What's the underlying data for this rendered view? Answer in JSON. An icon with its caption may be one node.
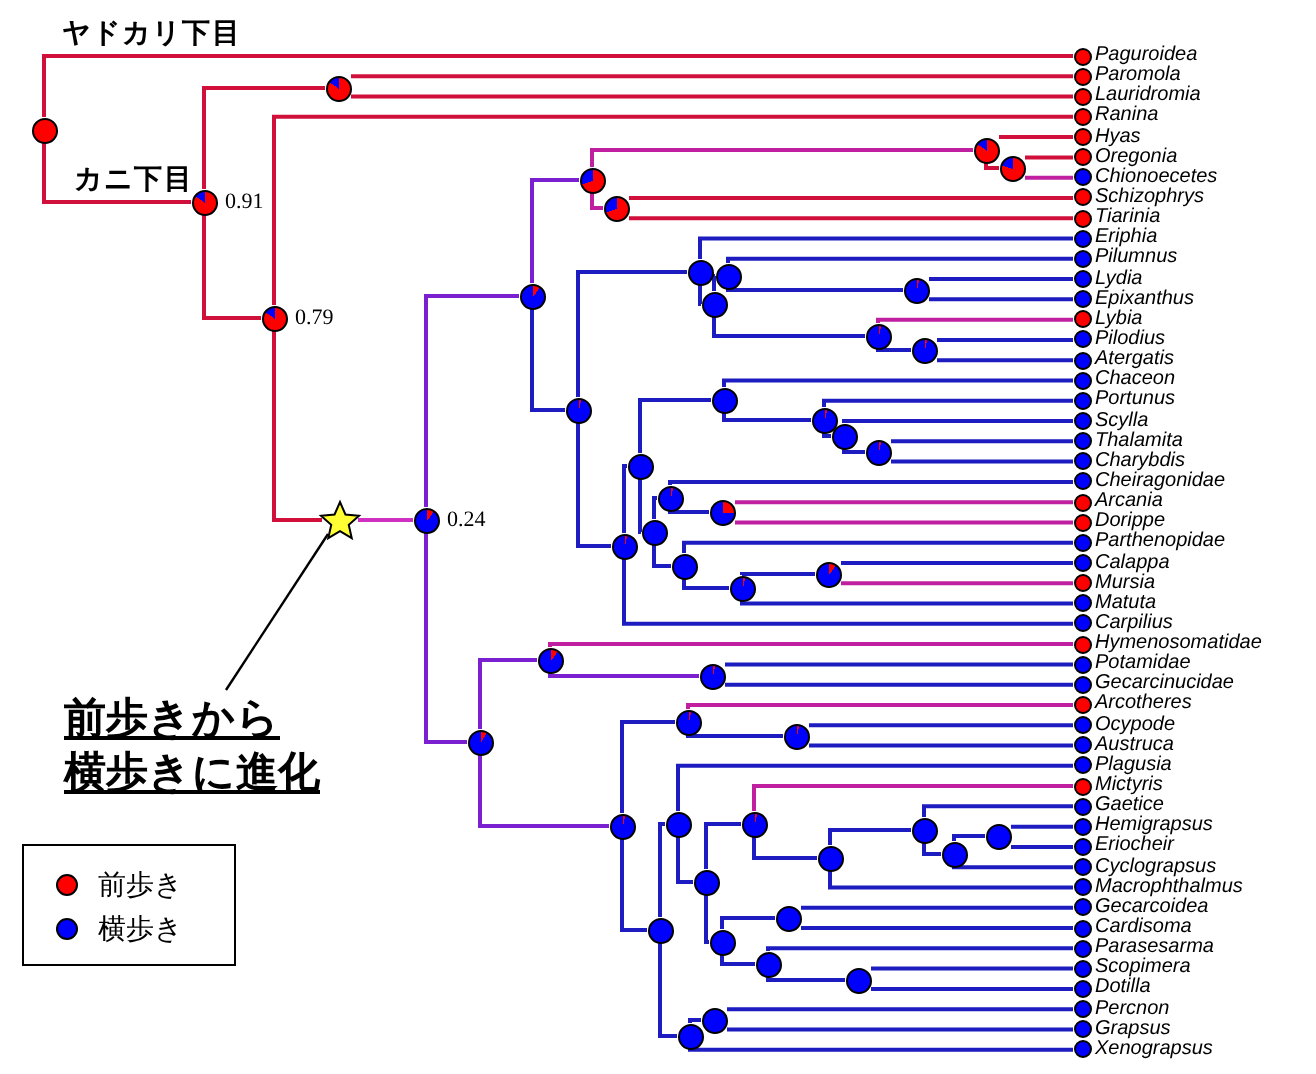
{
  "diagram": {
    "nodes": [
      {
        "text": [],
        "shape": "circle"
      },
      {
        "text": [
          "Paguroidea"
        ]
      },
      {
        "text": [],
        "shape": "circle",
        "beside": [
          "0.91"
        ]
      },
      {
        "text": [],
        "shape": "circle"
      },
      {
        "text": [
          "Paromola"
        ]
      },
      {
        "text": [
          "Lauridromia"
        ]
      },
      {
        "text": [],
        "shape": "circle",
        "beside": [
          "0.79"
        ]
      },
      {
        "text": [
          "Ranina"
        ]
      },
      {
        "text": [],
        "shape": "star"
      },
      {
        "text": [],
        "shape": "circle",
        "beside": [
          "0.24"
        ]
      },
      {
        "text": [],
        "shape": "circle"
      },
      {
        "text": [],
        "shape": "circle"
      },
      {
        "text": [],
        "shape": "circle"
      },
      {
        "text": [
          "Hyas"
        ]
      },
      {
        "text": [],
        "shape": "circle"
      },
      {
        "text": [
          "Oregonia"
        ]
      },
      {
        "text": [
          "Chionoecetes"
        ]
      },
      {
        "text": [],
        "shape": "circle"
      },
      {
        "text": [
          "Schizophrys"
        ]
      },
      {
        "text": [
          "Tiarinia"
        ]
      },
      {
        "text": [],
        "shape": "circle"
      },
      {
        "text": [],
        "shape": "circle"
      },
      {
        "text": [
          "Eriphia"
        ]
      },
      {
        "text": [],
        "shape": "circle"
      },
      {
        "text": [],
        "shape": "circle"
      },
      {
        "text": [
          "Pilumnus"
        ]
      },
      {
        "text": [],
        "shape": "circle"
      },
      {
        "text": [
          "Lydia"
        ]
      },
      {
        "text": [
          "Epixanthus"
        ]
      },
      {
        "text": [],
        "shape": "circle"
      },
      {
        "text": [
          "Lybia"
        ]
      },
      {
        "text": [],
        "shape": "circle"
      },
      {
        "text": [
          "Pilodius"
        ]
      },
      {
        "text": [
          "Atergatis"
        ]
      },
      {
        "text": [],
        "shape": "circle"
      },
      {
        "text": [],
        "shape": "circle"
      },
      {
        "text": [],
        "shape": "circle"
      },
      {
        "text": [
          "Chaceon"
        ]
      },
      {
        "text": [],
        "shape": "circle"
      },
      {
        "text": [
          "Portunus"
        ]
      },
      {
        "text": [],
        "shape": "circle"
      },
      {
        "text": [
          "Scylla"
        ]
      },
      {
        "text": [],
        "shape": "circle"
      },
      {
        "text": [
          "Thalamita"
        ]
      },
      {
        "text": [
          "Charybdis"
        ]
      },
      {
        "text": [],
        "shape": "circle"
      },
      {
        "text": [],
        "shape": "circle"
      },
      {
        "text": [
          "Cheiragonidae"
        ]
      },
      {
        "text": [],
        "shape": "circle"
      },
      {
        "text": [
          "Arcania"
        ]
      },
      {
        "text": [
          "Dorippe"
        ]
      },
      {
        "text": [],
        "shape": "circle"
      },
      {
        "text": [
          "Parthenopidae"
        ]
      },
      {
        "text": [],
        "shape": "circle"
      },
      {
        "text": [],
        "shape": "circle"
      },
      {
        "text": [
          "Calappa"
        ]
      },
      {
        "text": [
          "Mursia"
        ]
      },
      {
        "text": [
          "Matuta"
        ]
      },
      {
        "text": [
          "Carpilius"
        ]
      },
      {
        "text": [],
        "shape": "circle"
      },
      {
        "text": [],
        "shape": "circle"
      },
      {
        "text": [
          "Hymenosomatidae"
        ]
      },
      {
        "text": [],
        "shape": "circle"
      },
      {
        "text": [
          "Potamidae"
        ]
      },
      {
        "text": [
          "Gecarcinucidae"
        ]
      },
      {
        "text": [],
        "shape": "circle"
      },
      {
        "text": [],
        "shape": "circle"
      },
      {
        "text": [
          "Arcotheres"
        ]
      },
      {
        "text": [],
        "shape": "circle"
      },
      {
        "text": [
          "Ocypode"
        ]
      },
      {
        "text": [
          "Austruca"
        ]
      },
      {
        "text": [],
        "shape": "circle"
      },
      {
        "text": [],
        "shape": "circle"
      },
      {
        "text": [
          "Plagusia"
        ]
      },
      {
        "text": [],
        "shape": "circle"
      },
      {
        "text": [],
        "shape": "circle"
      },
      {
        "text": [
          "Mictyris"
        ]
      },
      {
        "text": [],
        "shape": "circle"
      },
      {
        "text": [],
        "shape": "circle"
      },
      {
        "text": [
          "Gaetice"
        ]
      },
      {
        "text": [],
        "shape": "circle"
      },
      {
        "text": [],
        "shape": "circle"
      },
      {
        "text": [
          "Hemigrapsus"
        ]
      },
      {
        "text": [
          "Eriocheir"
        ]
      },
      {
        "text": [
          "Cyclograpsus"
        ]
      },
      {
        "text": [
          "Macrophthalmus"
        ]
      },
      {
        "text": [],
        "shape": "circle"
      },
      {
        "text": [],
        "shape": "circle"
      },
      {
        "text": [
          "Gecarcoidea"
        ]
      },
      {
        "text": [
          "Cardisoma"
        ]
      },
      {
        "text": [],
        "shape": "circle"
      },
      {
        "text": [
          "Parasesarma"
        ]
      },
      {
        "text": [],
        "shape": "circle"
      },
      {
        "text": [
          "Scopimera"
        ]
      },
      {
        "text": [
          "Dotilla"
        ]
      },
      {
        "text": [],
        "shape": "circle"
      },
      {
        "text": [],
        "shape": "circle"
      },
      {
        "text": [
          "Percnon"
        ]
      },
      {
        "text": [
          "Grapsus"
        ]
      },
      {
        "text": [
          "Xenograpsus"
        ]
      },
      {
        "text": [
          "前歩きから横歩きに進化"
        ]
      }
    ],
    "edges": [
      {
        "from": 0,
        "to": 1,
        "arrow": "none",
        "color": "#d0103a"
      },
      {
        "from": 0,
        "to": 2,
        "arrow": "none",
        "color": "#d0103a"
      },
      {
        "from": 2,
        "to": 3,
        "arrow": "none",
        "color": "#d0103a"
      },
      {
        "from": 3,
        "to": 4,
        "arrow": "none",
        "color": "#d0103a"
      },
      {
        "from": 3,
        "to": 5,
        "arrow": "none",
        "color": "#d0103a"
      },
      {
        "from": 2,
        "to": 6,
        "arrow": "none",
        "color": "#d0103a"
      },
      {
        "from": 6,
        "to": 7,
        "arrow": "none",
        "color": "#d0103a"
      },
      {
        "from": 6,
        "to": 8,
        "arrow": "none",
        "color": "#d0103a"
      },
      {
        "from": 8,
        "to": 9,
        "arrow": "none",
        "color": "#d030c0"
      },
      {
        "from": 9,
        "to": 10,
        "arrow": "none",
        "color": "#7a20d0"
      },
      {
        "from": 9,
        "to": 59,
        "arrow": "none",
        "color": "#7a20d0"
      },
      {
        "from": 10,
        "to": 11,
        "arrow": "none",
        "color": "#7a20d0"
      },
      {
        "from": 11,
        "to": 12,
        "arrow": "none",
        "color": "#c020a0"
      },
      {
        "from": 12,
        "to": 13,
        "arrow": "none",
        "color": "#d0103a"
      },
      {
        "from": 12,
        "to": 14,
        "arrow": "none",
        "color": "#d0103a"
      },
      {
        "from": 14,
        "to": 15,
        "arrow": "none",
        "color": "#d0103a"
      },
      {
        "from": 14,
        "to": 16,
        "arrow": "none",
        "color": "#c020a0"
      },
      {
        "from": 11,
        "to": 17,
        "arrow": "none",
        "color": "#c020a0"
      },
      {
        "from": 17,
        "to": 18,
        "arrow": "none",
        "color": "#d0103a"
      },
      {
        "from": 17,
        "to": 19,
        "arrow": "none",
        "color": "#d0103a"
      },
      {
        "from": 10,
        "to": 20,
        "arrow": "none"
      },
      {
        "from": 20,
        "to": 21,
        "arrow": "none"
      },
      {
        "from": 21,
        "to": 22,
        "arrow": "none"
      },
      {
        "from": 21,
        "to": 23,
        "arrow": "none"
      },
      {
        "from": 23,
        "to": 24,
        "arrow": "none"
      },
      {
        "from": 24,
        "to": 25,
        "arrow": "none"
      },
      {
        "from": 24,
        "to": 26,
        "arrow": "none"
      },
      {
        "from": 26,
        "to": 27,
        "arrow": "none"
      },
      {
        "from": 26,
        "to": 28,
        "arrow": "none"
      },
      {
        "from": 23,
        "to": 29,
        "arrow": "none"
      },
      {
        "from": 29,
        "to": 30,
        "arrow": "none",
        "color": "#c020a0"
      },
      {
        "from": 29,
        "to": 31,
        "arrow": "none"
      },
      {
        "from": 31,
        "to": 32,
        "arrow": "none"
      },
      {
        "from": 31,
        "to": 33,
        "arrow": "none"
      },
      {
        "from": 20,
        "to": 34,
        "arrow": "none"
      },
      {
        "from": 34,
        "to": 35,
        "arrow": "none"
      },
      {
        "from": 35,
        "to": 36,
        "arrow": "none"
      },
      {
        "from": 36,
        "to": 37,
        "arrow": "none"
      },
      {
        "from": 36,
        "to": 38,
        "arrow": "none"
      },
      {
        "from": 38,
        "to": 39,
        "arrow": "none"
      },
      {
        "from": 38,
        "to": 40,
        "arrow": "none"
      },
      {
        "from": 40,
        "to": 41,
        "arrow": "none"
      },
      {
        "from": 40,
        "to": 42,
        "arrow": "none"
      },
      {
        "from": 42,
        "to": 43,
        "arrow": "none"
      },
      {
        "from": 42,
        "to": 44,
        "arrow": "none"
      },
      {
        "from": 35,
        "to": 45,
        "arrow": "none"
      },
      {
        "from": 45,
        "to": 46,
        "arrow": "none"
      },
      {
        "from": 46,
        "to": 47,
        "arrow": "none"
      },
      {
        "from": 46,
        "to": 48,
        "arrow": "none"
      },
      {
        "from": 48,
        "to": 49,
        "arrow": "none",
        "color": "#c020a0"
      },
      {
        "from": 48,
        "to": 50,
        "arrow": "none",
        "color": "#c020a0"
      },
      {
        "from": 45,
        "to": 51,
        "arrow": "none"
      },
      {
        "from": 51,
        "to": 52,
        "arrow": "none"
      },
      {
        "from": 51,
        "to": 53,
        "arrow": "none"
      },
      {
        "from": 53,
        "to": 54,
        "arrow": "none"
      },
      {
        "from": 54,
        "to": 55,
        "arrow": "none"
      },
      {
        "from": 54,
        "to": 56,
        "arrow": "none",
        "color": "#c020a0"
      },
      {
        "from": 53,
        "to": 57,
        "arrow": "none"
      },
      {
        "from": 34,
        "to": 58,
        "arrow": "none"
      },
      {
        "from": 59,
        "to": 60,
        "arrow": "none",
        "color": "#7a20d0"
      },
      {
        "from": 59,
        "to": 65,
        "arrow": "none",
        "color": "#7a20d0"
      },
      {
        "from": 60,
        "to": 61,
        "arrow": "none",
        "color": "#c020a0"
      },
      {
        "from": 60,
        "to": 62,
        "arrow": "none",
        "color": "#7a20d0"
      },
      {
        "from": 62,
        "to": 63,
        "arrow": "none"
      },
      {
        "from": 62,
        "to": 64,
        "arrow": "none"
      },
      {
        "from": 65,
        "to": 66,
        "arrow": "none"
      },
      {
        "from": 65,
        "to": 71,
        "arrow": "none"
      },
      {
        "from": 66,
        "to": 67,
        "arrow": "none",
        "color": "#c020a0"
      },
      {
        "from": 66,
        "to": 68,
        "arrow": "none"
      },
      {
        "from": 68,
        "to": 69,
        "arrow": "none"
      },
      {
        "from": 68,
        "to": 70,
        "arrow": "none"
      },
      {
        "from": 71,
        "to": 72,
        "arrow": "none"
      },
      {
        "from": 71,
        "to": 95,
        "arrow": "none"
      },
      {
        "from": 72,
        "to": 73,
        "arrow": "none"
      },
      {
        "from": 72,
        "to": 74,
        "arrow": "none"
      },
      {
        "from": 74,
        "to": 75,
        "arrow": "none"
      },
      {
        "from": 74,
        "to": 86,
        "arrow": "none"
      },
      {
        "from": 75,
        "to": 76,
        "arrow": "none",
        "color": "#c020a0"
      },
      {
        "from": 75,
        "to": 77,
        "arrow": "none"
      },
      {
        "from": 77,
        "to": 78,
        "arrow": "none"
      },
      {
        "from": 77,
        "to": 85,
        "arrow": "none"
      },
      {
        "from": 78,
        "to": 79,
        "arrow": "none"
      },
      {
        "from": 78,
        "to": 80,
        "arrow": "none"
      },
      {
        "from": 80,
        "to": 81,
        "arrow": "none"
      },
      {
        "from": 80,
        "to": 84,
        "arrow": "none"
      },
      {
        "from": 81,
        "to": 82,
        "arrow": "none"
      },
      {
        "from": 81,
        "to": 83,
        "arrow": "none"
      },
      {
        "from": 86,
        "to": 87,
        "arrow": "none"
      },
      {
        "from": 86,
        "to": 90,
        "arrow": "none"
      },
      {
        "from": 87,
        "to": 88,
        "arrow": "none"
      },
      {
        "from": 87,
        "to": 89,
        "arrow": "none"
      },
      {
        "from": 90,
        "to": 91,
        "arrow": "none"
      },
      {
        "from": 90,
        "to": 92,
        "arrow": "none"
      },
      {
        "from": 92,
        "to": 93,
        "arrow": "none"
      },
      {
        "from": 92,
        "to": 94,
        "arrow": "none"
      },
      {
        "from": 95,
        "to": 96,
        "arrow": "none"
      },
      {
        "from": 95,
        "to": 99,
        "arrow": "none"
      },
      {
        "from": 96,
        "to": 97,
        "arrow": "none"
      },
      {
        "from": 96,
        "to": 98,
        "arrow": "none"
      },
      {
        "from": 100,
        "to": 8,
        "arrow": "none",
        "color": "#000000"
      }
    ],
    "labels": [
      "ヤドカリ下目",
      "カニ下目"
    ],
    "legend": [
      {
        "text": "前歩き",
        "color": "#ff0000"
      },
      {
        "text": "横歩き",
        "color": "#0000ff"
      }
    ]
  }
}
